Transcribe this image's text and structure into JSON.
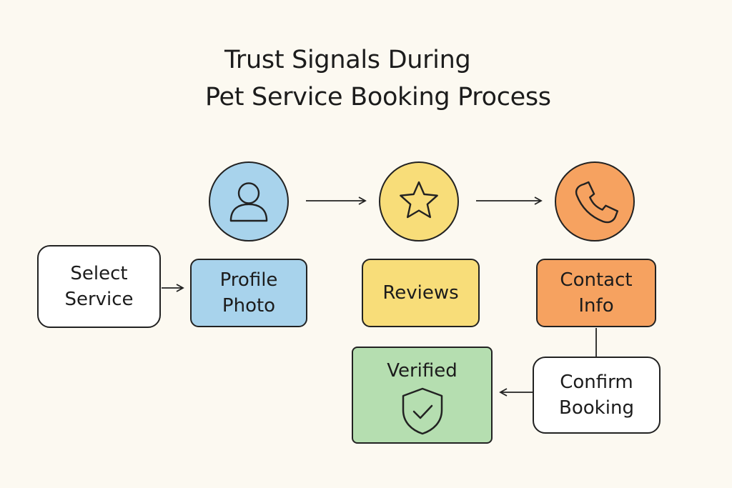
{
  "title": {
    "line1": "Trust Signals During",
    "line2": "Pet Service Booking Process"
  },
  "nodes": {
    "select_service": "Select\nService",
    "profile_photo": "Profile\nPhoto",
    "reviews": "Reviews",
    "contact_info": "Contact\nInfo",
    "confirm_booking": "Confirm\nBooking",
    "verified": "Verified"
  },
  "icons": {
    "profile": "user-icon",
    "reviews": "star-icon",
    "contact": "phone-icon",
    "verified": "shield-check-icon"
  },
  "colors": {
    "background": "#fcf9f1",
    "profile": "#a8d3ec",
    "reviews": "#f8dd79",
    "contact": "#f6a260",
    "verified": "#b5deb0",
    "neutral": "#ffffff"
  }
}
